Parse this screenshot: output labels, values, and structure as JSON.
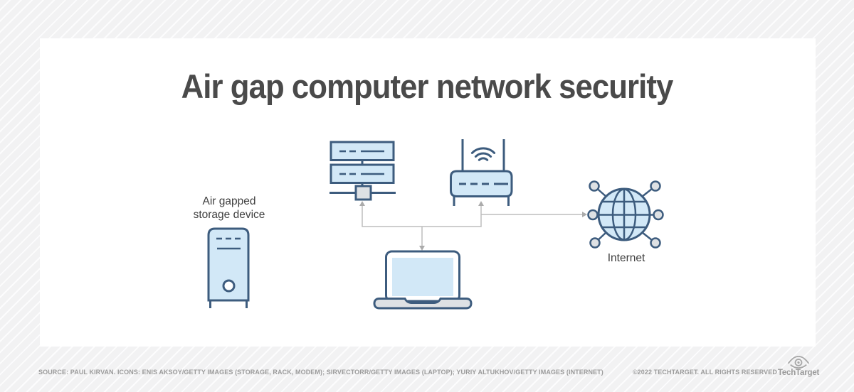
{
  "title": "Air gap computer network security",
  "diagram": {
    "storage_label": "Air gapped storage device",
    "internet_label": "Internet",
    "icons": [
      "storage-tower-icon",
      "server-rack-icon",
      "wireless-router-icon",
      "laptop-icon",
      "internet-globe-icon"
    ],
    "connections": [
      "junction-up-to-server-rack",
      "junction-up-to-wireless-router",
      "junction-down-to-laptop",
      "wireless-router-right-to-internet"
    ],
    "colors": {
      "icon_fill": "#d2e8f7",
      "icon_stroke": "#3d5c7e",
      "neutral_fill": "#dee1e4",
      "connector_gray": "#bdbdbd"
    }
  },
  "footer": {
    "source": "SOURCE: PAUL KIRVAN. ICONS: ENIS AKSOY/GETTY IMAGES (STORAGE, RACK, MODEM); SIRVECTORR/GETTY IMAGES (LAPTOP); YURIY ALTUKHOV/GETTY IMAGES (INTERNET)",
    "copyright": "©2022 TECHTARGET. ALL RIGHTS RESERVED",
    "brand": "TechTarget"
  },
  "page": {
    "background": "#f2f2f3",
    "card": "#ffffff",
    "title_color": "#4a4a4a",
    "label_color": "#3e3e3e",
    "footer_color": "#9b9b9b"
  }
}
